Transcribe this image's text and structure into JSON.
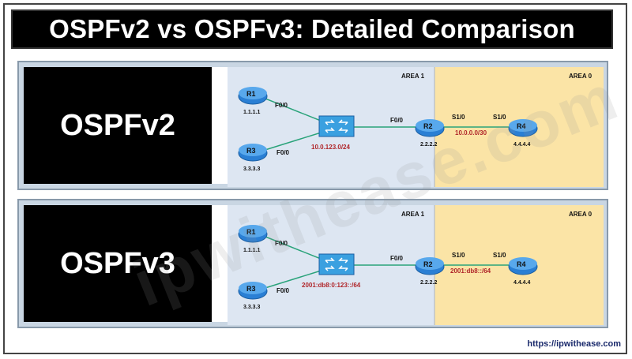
{
  "title": "OSPFv2 vs OSPFv3: Detailed Comparison",
  "footer_url": "https://ipwithease.com",
  "watermark": "ipwithease.com",
  "colors": {
    "area1_fill": "#dde6f2",
    "area0_fill": "#fbe4a6",
    "network_label": "#b0262a",
    "router_fill": "#2a7fd4",
    "switch_fill": "#3aa0e0",
    "link": "#2aa37a"
  },
  "panels": [
    {
      "label": "OSPFv2",
      "area1": "AREA 1",
      "area0": "AREA 0",
      "routers": [
        {
          "name": "R1",
          "id": "1.1.1.1"
        },
        {
          "name": "R3",
          "id": "3.3.3.3"
        },
        {
          "name": "R2",
          "id": "2.2.2.2"
        },
        {
          "name": "R4",
          "id": "4.4.4.4"
        }
      ],
      "interfaces": {
        "r1": "F0/0",
        "r3": "F0/0",
        "r2_lan": "F0/0",
        "r2_wan": "S1/0",
        "r4_wan": "S1/0"
      },
      "lan_network": "10.0.123.0/24",
      "wan_network": "10.0.0.0/30"
    },
    {
      "label": "OSPFv3",
      "area1": "AREA 1",
      "area0": "AREA 0",
      "routers": [
        {
          "name": "R1",
          "id": "1.1.1.1"
        },
        {
          "name": "R3",
          "id": "3.3.3.3"
        },
        {
          "name": "R2",
          "id": "2.2.2.2"
        },
        {
          "name": "R4",
          "id": "4.4.4.4"
        }
      ],
      "interfaces": {
        "r1": "F0/0",
        "r3": "F0/0",
        "r2_lan": "F0/0",
        "r2_wan": "S1/0",
        "r4_wan": "S1/0"
      },
      "lan_network": "2001:db8:0:123::/64",
      "wan_network": "2001:db8::/64"
    }
  ]
}
